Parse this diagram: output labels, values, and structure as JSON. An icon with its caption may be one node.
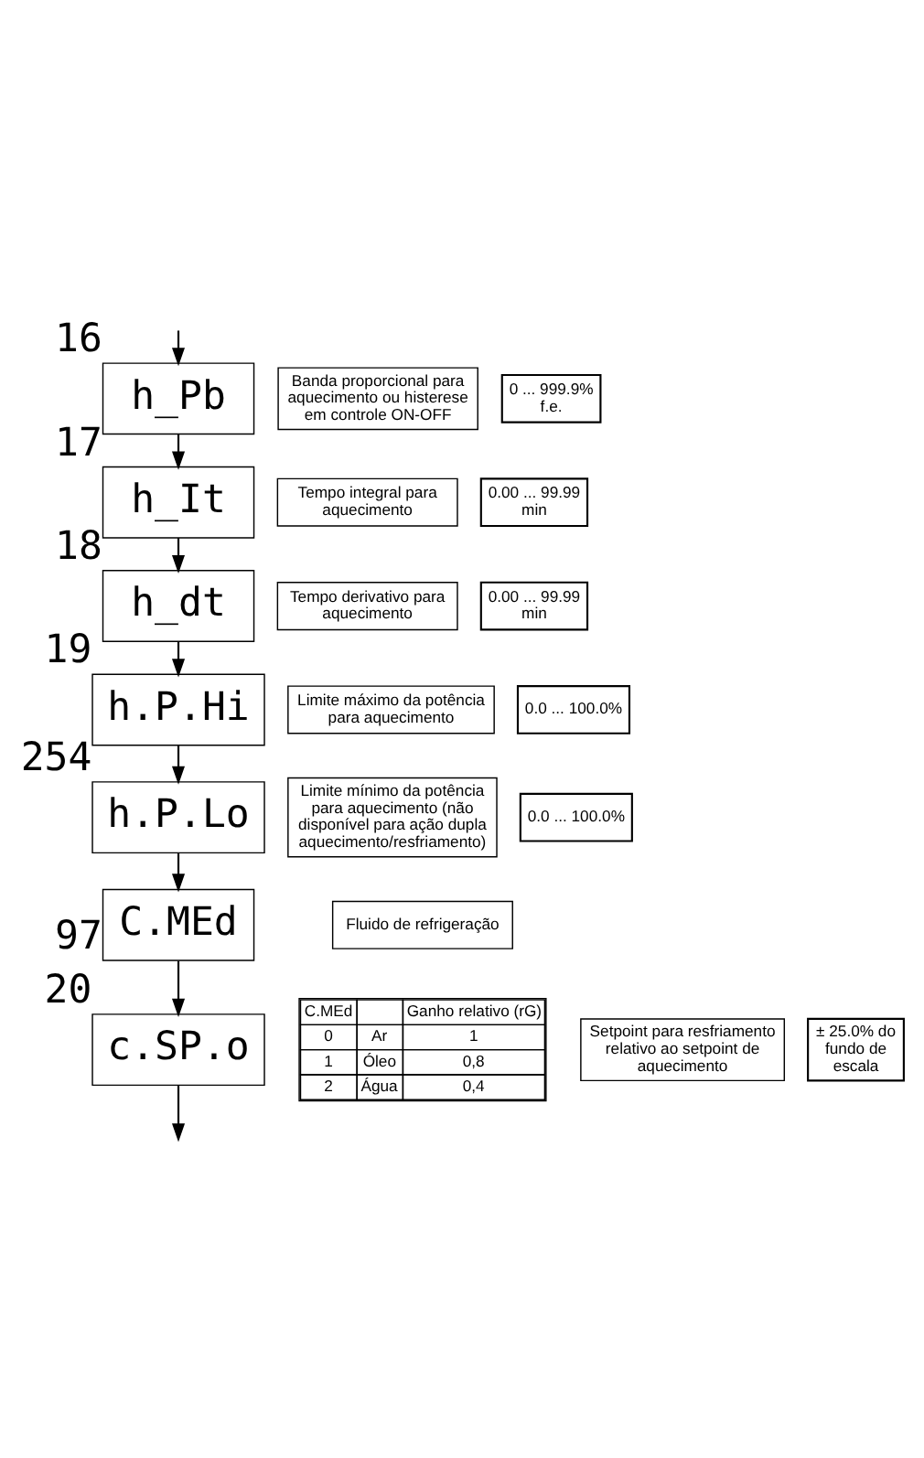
{
  "diagram": {
    "nodes": [
      {
        "text": [
          "h_Pb"
        ],
        "beside": [
          "16"
        ]
      },
      {
        "text": [
          "Banda proporcional para aquecimento ou histerese em controle ON-OFF"
        ]
      },
      {
        "text": [
          "0 ... 999.9% f.e."
        ]
      },
      {
        "text": [
          "h_It"
        ],
        "beside": [
          "17"
        ]
      },
      {
        "text": [
          "Tempo integral para aquecimento"
        ]
      },
      {
        "text": [
          "0.00 ... 99.99 min"
        ]
      },
      {
        "text": [
          "h_dt"
        ],
        "beside": [
          "18"
        ]
      },
      {
        "text": [
          "Tempo derivativo para aquecimento"
        ]
      },
      {
        "text": [
          "0.00 ... 99.99 min"
        ]
      },
      {
        "text": [
          "h.P.Hi"
        ],
        "beside": [
          "19"
        ]
      },
      {
        "text": [
          "Limite máximo da potência para aquecimento"
        ]
      },
      {
        "text": [
          "0.0 ... 100.0%"
        ]
      },
      {
        "text": [
          "h.P.Lo"
        ],
        "beside": [
          "254"
        ]
      },
      {
        "text": [
          "Limite mínimo da potência para aquecimento (não disponível para ação dupla aquecimento/resfriamento)"
        ]
      },
      {
        "text": [
          "0.0 ... 100.0%"
        ]
      },
      {
        "text": [
          "C.MEd"
        ],
        "beside": [
          "97"
        ]
      },
      {
        "text": [
          "Fluido de refrigeração"
        ]
      },
      {
        "text": [
          "c.SP.o"
        ],
        "beside": [
          "20"
        ]
      },
      {
        "text": [
          "Setpoint para resfriamento relativo ao setpoint de aquecimento"
        ]
      },
      {
        "text": [
          "± 25.0% do fundo de escala"
        ]
      }
    ],
    "edges": [
      {
        "from": null,
        "to": 0,
        "arrow": "to"
      },
      {
        "from": 0,
        "to": 3,
        "arrow": "to"
      },
      {
        "from": 3,
        "to": 6,
        "arrow": "to"
      },
      {
        "from": 6,
        "to": 9,
        "arrow": "to"
      },
      {
        "from": 9,
        "to": 12,
        "arrow": "to"
      },
      {
        "from": 12,
        "to": 15,
        "arrow": "to"
      },
      {
        "from": 15,
        "to": 17,
        "arrow": "to"
      },
      {
        "from": 17,
        "to": null,
        "arrow": "to"
      }
    ],
    "labels": [
      "C.MEd",
      "Ganho relativo (rG)",
      "0",
      "Ar",
      "1",
      "1",
      "Óleo",
      "0,8",
      "2",
      "Água",
      "0,4"
    ]
  }
}
